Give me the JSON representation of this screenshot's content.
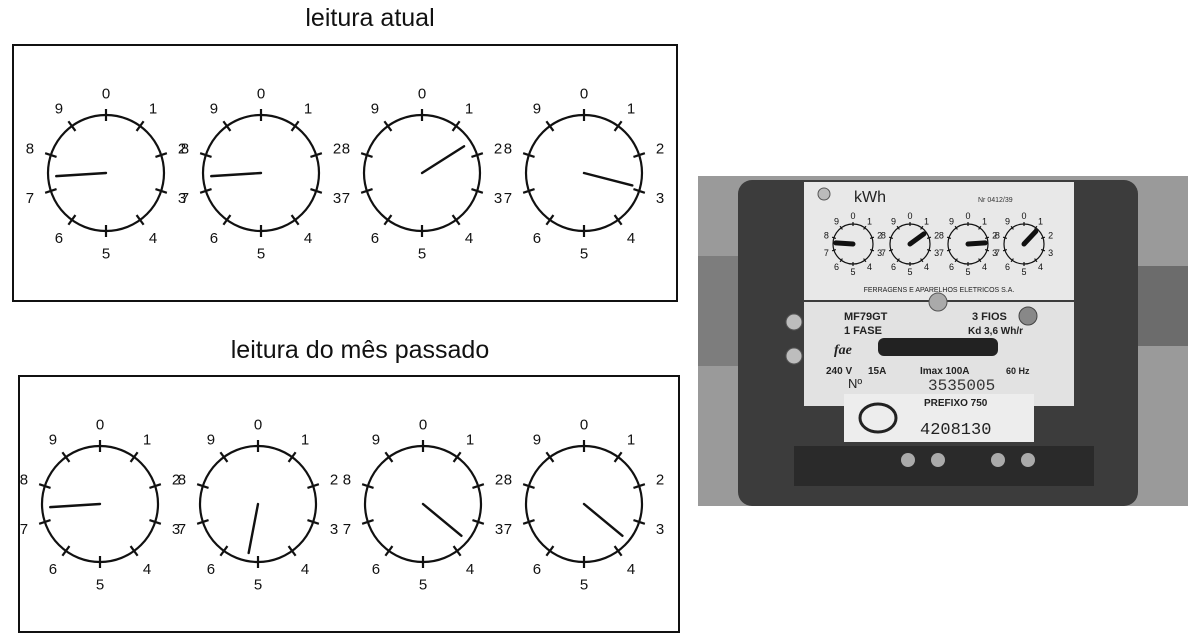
{
  "panels": {
    "current": {
      "title": "leitura atual",
      "dials": [
        {
          "direction": "ccw",
          "labels": [
            "0",
            "9",
            "8",
            "7",
            "6",
            "5",
            "4",
            "3",
            "2",
            "1"
          ],
          "pointer_value": 2.6
        },
        {
          "direction": "cw",
          "labels": [
            "0",
            "1",
            "2",
            "3",
            "4",
            "5",
            "6",
            "7",
            "8",
            "9"
          ],
          "pointer_value": 7.4
        },
        {
          "direction": "ccw",
          "labels": [
            "0",
            "9",
            "8",
            "7",
            "6",
            "5",
            "4",
            "3",
            "2",
            "1"
          ],
          "pointer_value": 8.4
        },
        {
          "direction": "cw",
          "labels": [
            "0",
            "1",
            "2",
            "3",
            "4",
            "5",
            "6",
            "7",
            "8",
            "9"
          ],
          "pointer_value": 2.9
        }
      ]
    },
    "previous": {
      "title": "leitura do mês passado",
      "dials": [
        {
          "direction": "ccw",
          "labels": [
            "0",
            "9",
            "8",
            "7",
            "6",
            "5",
            "4",
            "3",
            "2",
            "1"
          ],
          "pointer_value": 2.6
        },
        {
          "direction": "cw",
          "labels": [
            "0",
            "1",
            "2",
            "3",
            "4",
            "5",
            "6",
            "7",
            "8",
            "9"
          ],
          "pointer_value": 5.3
        },
        {
          "direction": "ccw",
          "labels": [
            "0",
            "9",
            "8",
            "7",
            "6",
            "5",
            "4",
            "3",
            "2",
            "1"
          ],
          "pointer_value": 6.4
        },
        {
          "direction": "cw",
          "labels": [
            "0",
            "1",
            "2",
            "3",
            "4",
            "5",
            "6",
            "7",
            "8",
            "9"
          ],
          "pointer_value": 3.6
        }
      ]
    }
  },
  "photo": {
    "unit": "kWh",
    "small_code": "Nr 0412/39",
    "manufacturer": "FERRAGENS E APARELHOS ELETRICOS S.A.",
    "model": "MF79GT",
    "wires": "3 FIOS",
    "phase": "1 FASE",
    "constant": "Kd 3,6 Wh/r",
    "brand": "fae",
    "voltage": "240 V",
    "current": "15A",
    "imax": "Imax 100A",
    "frequency": "60 Hz",
    "number_label": "Nº",
    "serial": "3535005",
    "prefix_label": "PREFIXO 750",
    "account": "4208130",
    "dial_labels_cw": [
      "0",
      "1",
      "2",
      "3",
      "4",
      "5",
      "6",
      "7",
      "8",
      "9"
    ],
    "dial_labels_ccw": [
      "0",
      "9",
      "8",
      "7",
      "6",
      "5",
      "4",
      "3",
      "2",
      "1"
    ]
  },
  "colors": {
    "ink": "#111111",
    "photo_bg": "#9a9a9a",
    "plate": "#e8e8e8"
  }
}
